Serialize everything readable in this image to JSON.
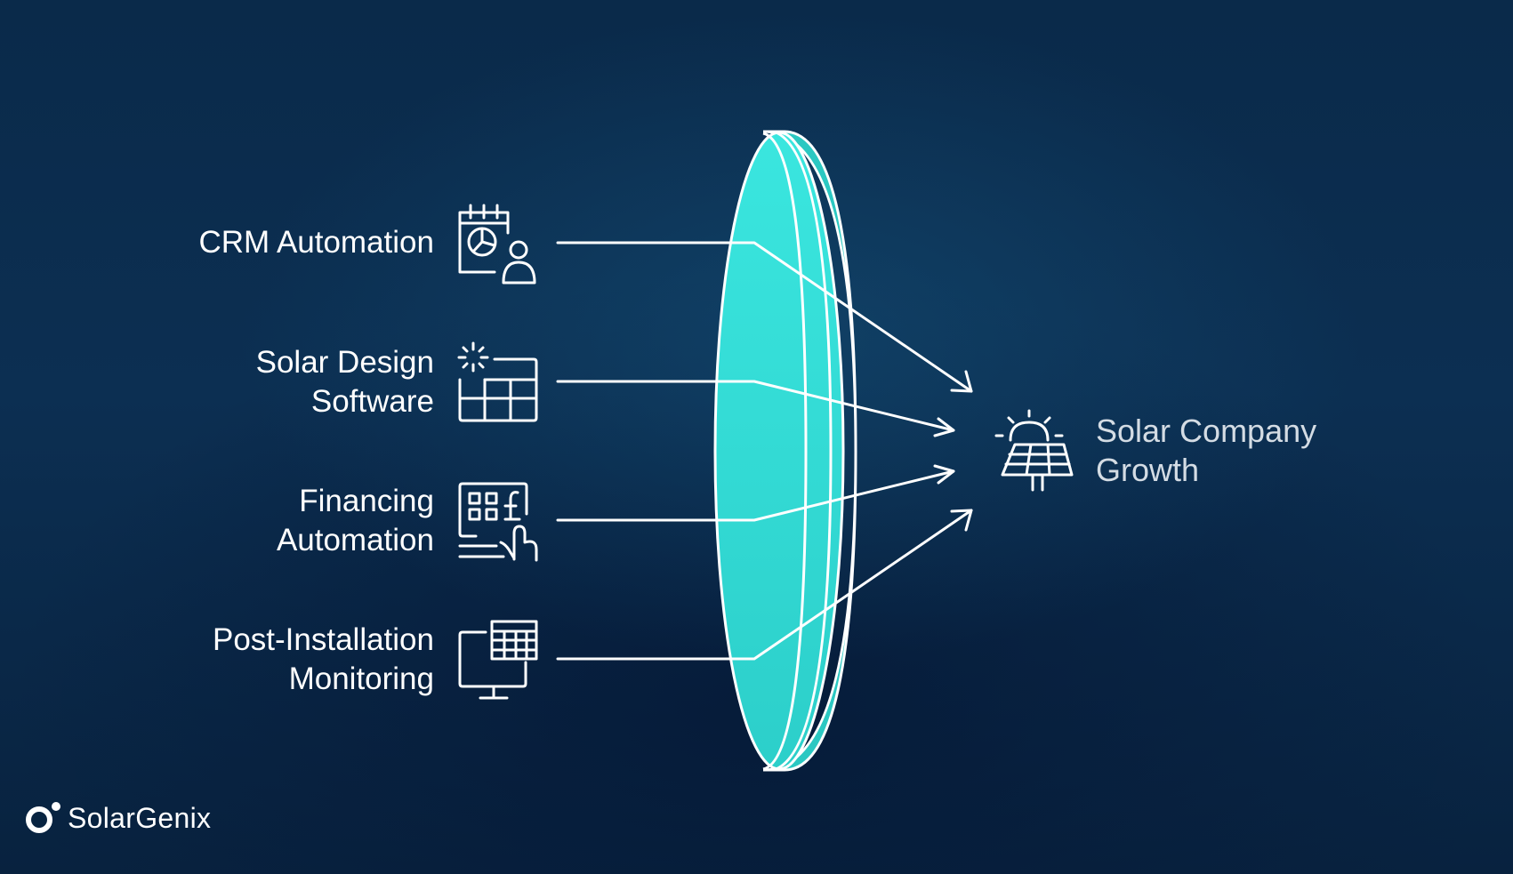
{
  "inputs": [
    {
      "lines": [
        "CRM Automation"
      ],
      "icon": "calendar-chart-user-icon"
    },
    {
      "lines": [
        "Solar Design",
        "Software"
      ],
      "icon": "grid-sparkle-icon"
    },
    {
      "lines": [
        "Financing",
        "Automation"
      ],
      "icon": "calculator-hand-icon"
    },
    {
      "lines": [
        "Post-Installation",
        "Monitoring"
      ],
      "icon": "monitor-table-icon"
    }
  ],
  "output": {
    "lines": [
      "Solar Company",
      "Growth"
    ],
    "icon": "solar-panel-sun-icon"
  },
  "brand": {
    "name": "SolarGenix"
  },
  "colors": {
    "lens": "#33ddd8",
    "line": "#ffffff",
    "background": "#0b2a4a"
  }
}
